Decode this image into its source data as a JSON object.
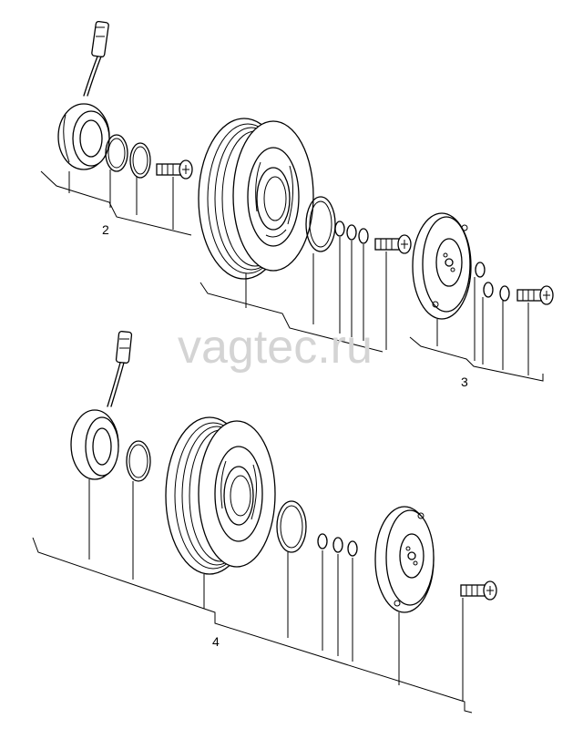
{
  "watermark": "vagtec.ru",
  "callouts": [
    {
      "id": "2",
      "text": "2"
    },
    {
      "id": "3",
      "text": "3"
    },
    {
      "id": "4",
      "text": "4"
    }
  ]
}
